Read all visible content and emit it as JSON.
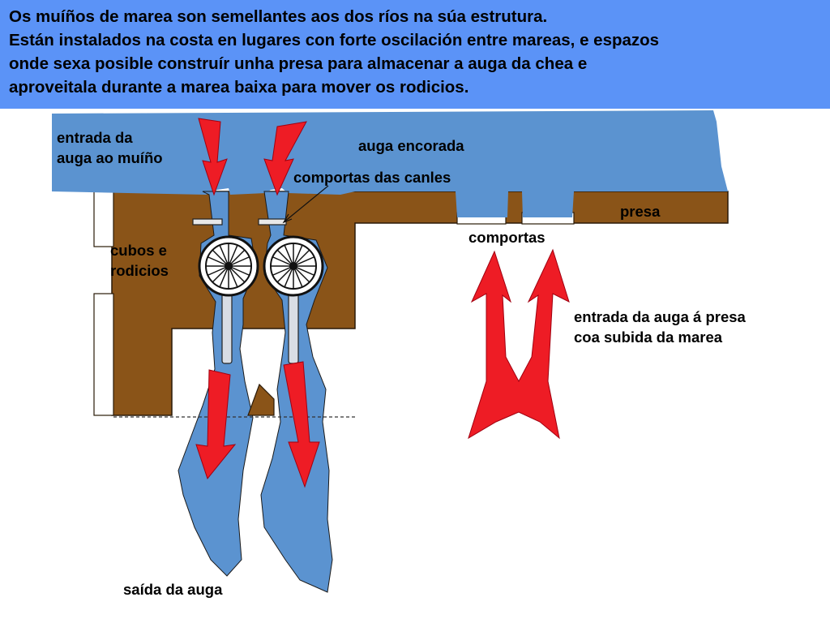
{
  "header": {
    "lines": [
      "Os muíños de marea son semellantes aos dos ríos na súa estrutura.",
      "Están instalados na costa en lugares con forte oscilación entre mareas, e espazos",
      "onde sexa posible construír unha presa para almacenar a auga da chea e",
      "aproveitala durante a marea baixa para mover os rodicios."
    ]
  },
  "labels": {
    "water_inlet": [
      "entrada da",
      "auga ao muíño"
    ],
    "impounded_water": "auga encorada",
    "channel_gates": "comportas das canles",
    "dam": "presa",
    "gates": "comportas",
    "wheels": [
      "cubos e",
      "rodicios"
    ],
    "dam_inflow": [
      "entrada da auga á presa",
      "coa subida da marea"
    ],
    "water_outlet": "saída da auga"
  },
  "colors": {
    "header_bg": "#5b93f7",
    "water": "#5b93d0",
    "wall": "#8a5418",
    "arrow": "#ee1c25"
  }
}
